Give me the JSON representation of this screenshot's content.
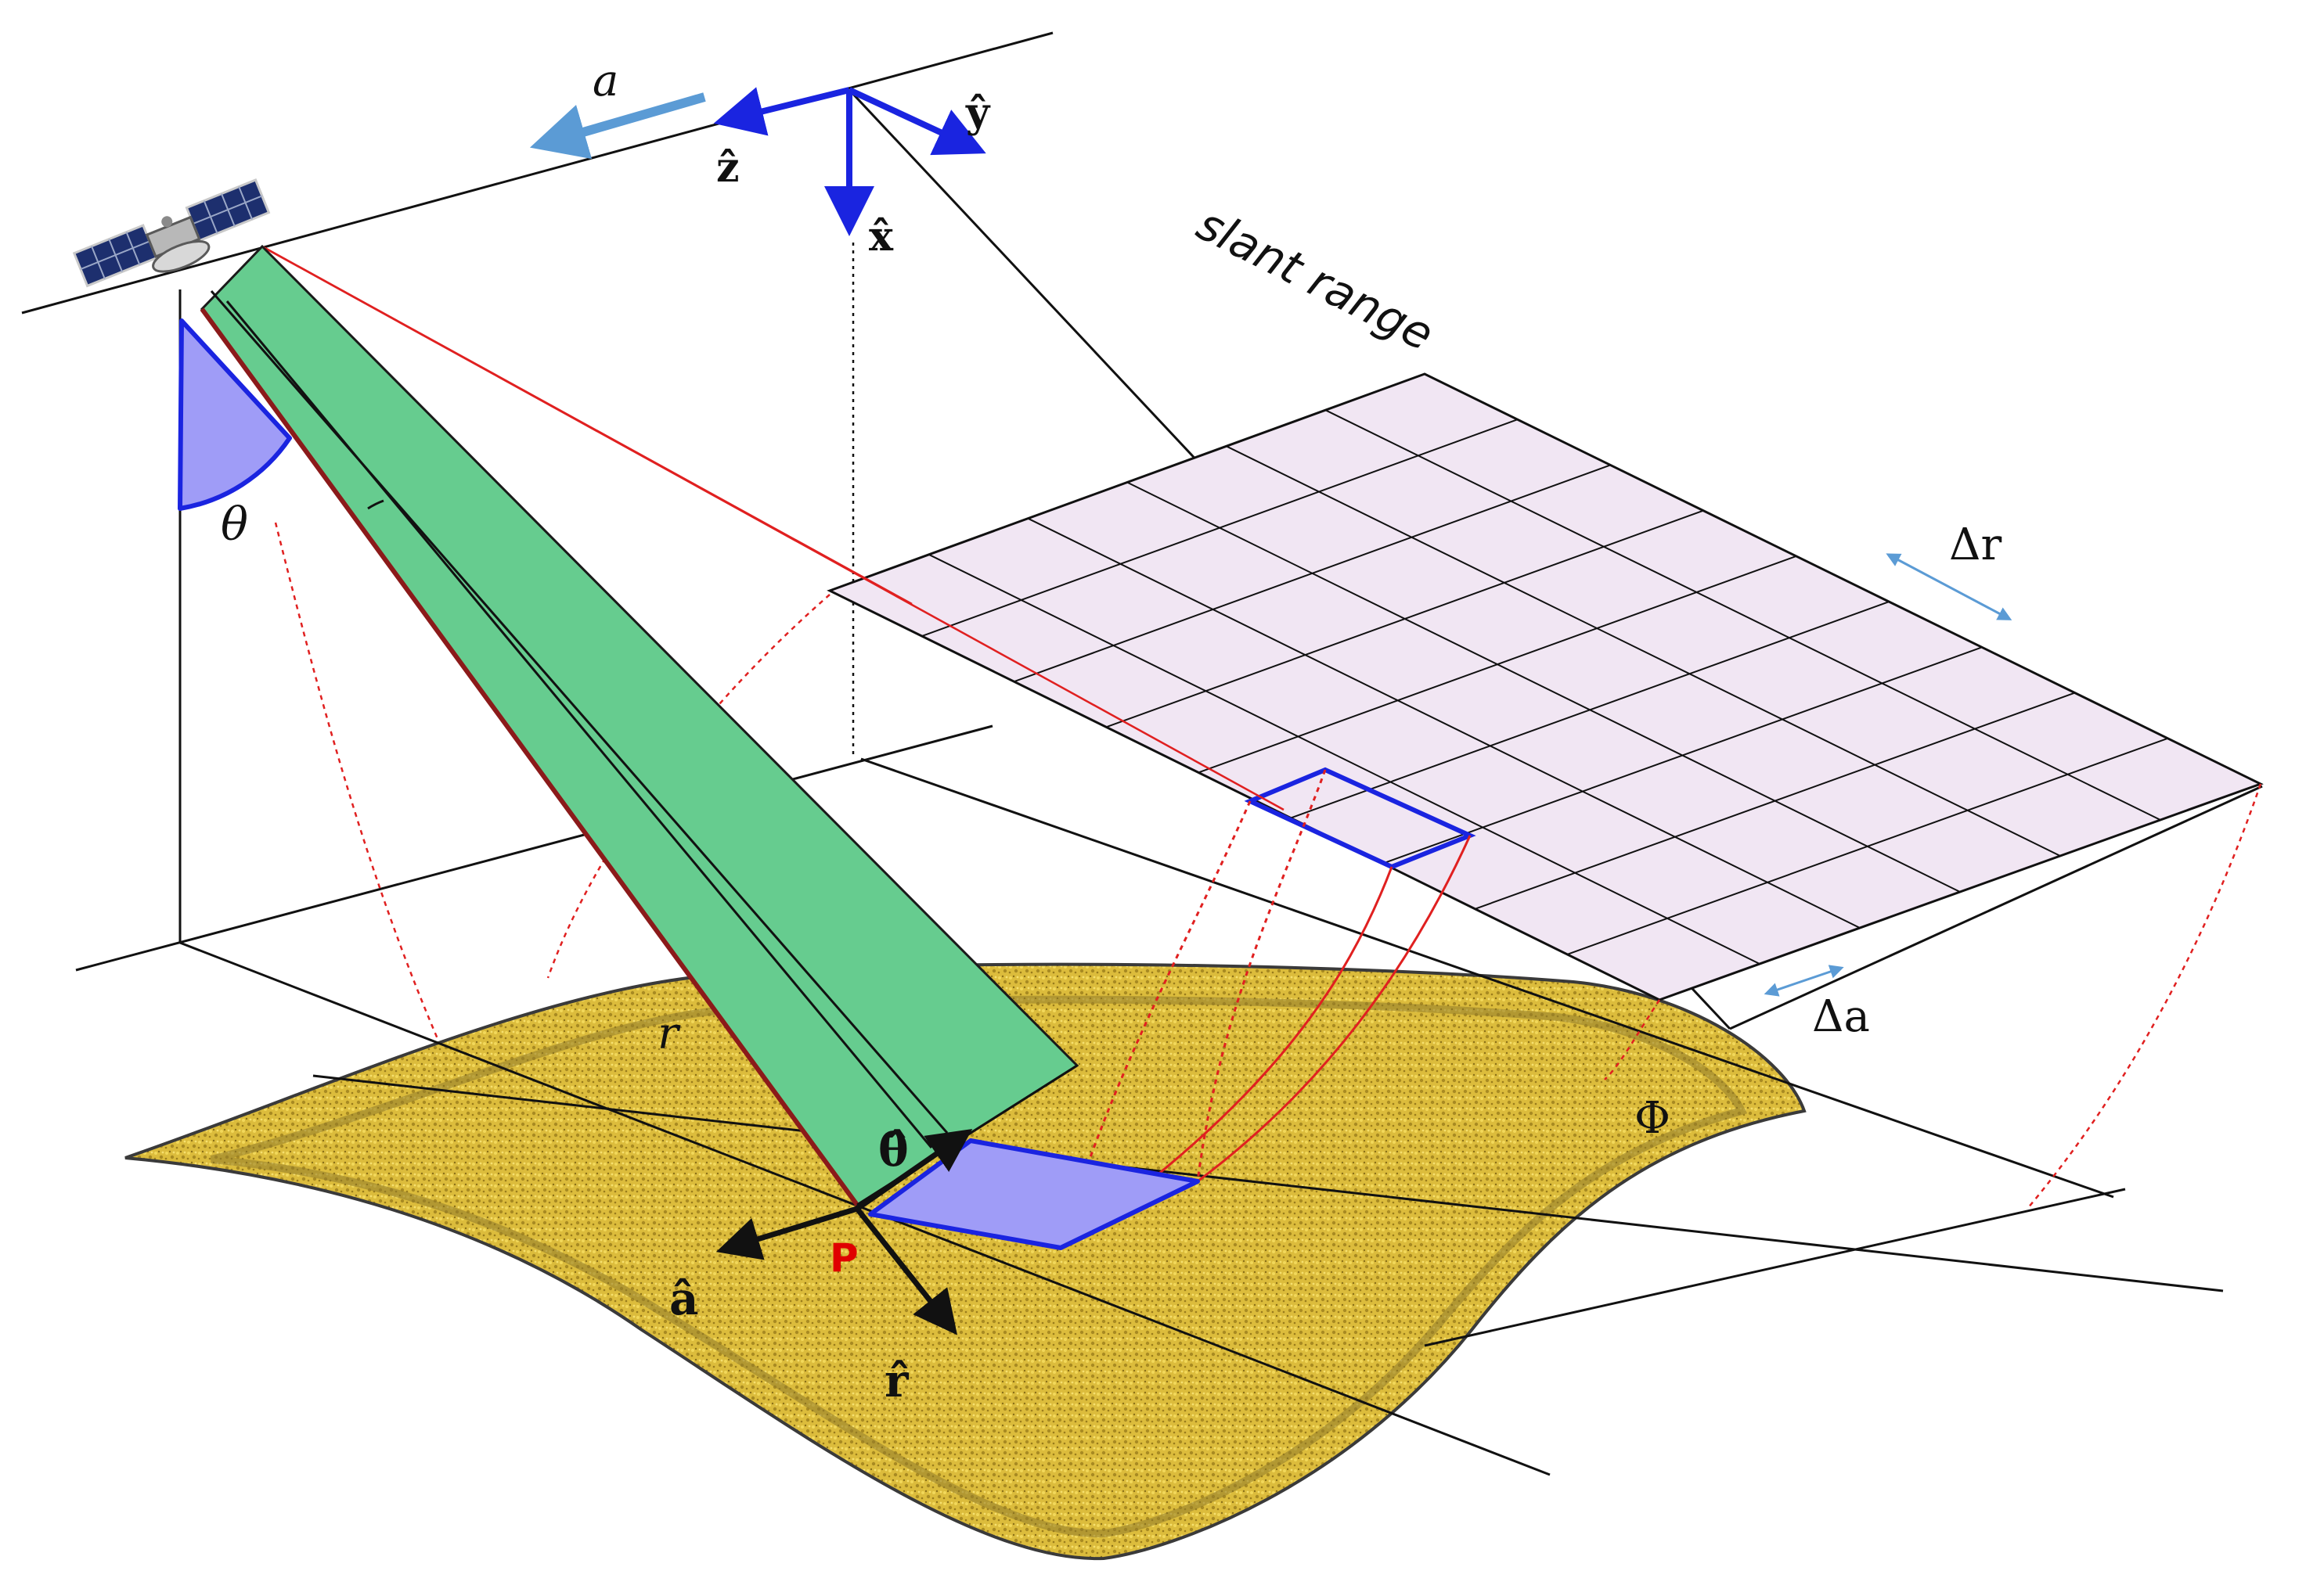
{
  "labels": {
    "azimuth": "a",
    "z_hat": "ẑ",
    "y_hat": "ŷ",
    "x_hat": "x̂",
    "slant_range": "slant range",
    "theta": "θ",
    "delta_r": "Δr",
    "delta_a": "Δa",
    "range": "r",
    "phi": "Φ",
    "theta_hat": "θ̂",
    "a_hat": "â",
    "r_hat": "r̂",
    "point": "P"
  },
  "colors": {
    "axis_blue": "#1a24e0",
    "arrow_lightblue": "#5b9bd5",
    "beam_green": "#66cc8f",
    "beam_edge": "#8b1a1a",
    "incidence_fill": "#9f9cf7",
    "grid_fill": "#f1e6f3",
    "terrain_fill": "#d9b93a",
    "terrain_edge": "#3c3c3c",
    "ray_red": "#e02020",
    "point_red": "#e00000"
  },
  "icons": {
    "satellite": "satellite-icon"
  }
}
